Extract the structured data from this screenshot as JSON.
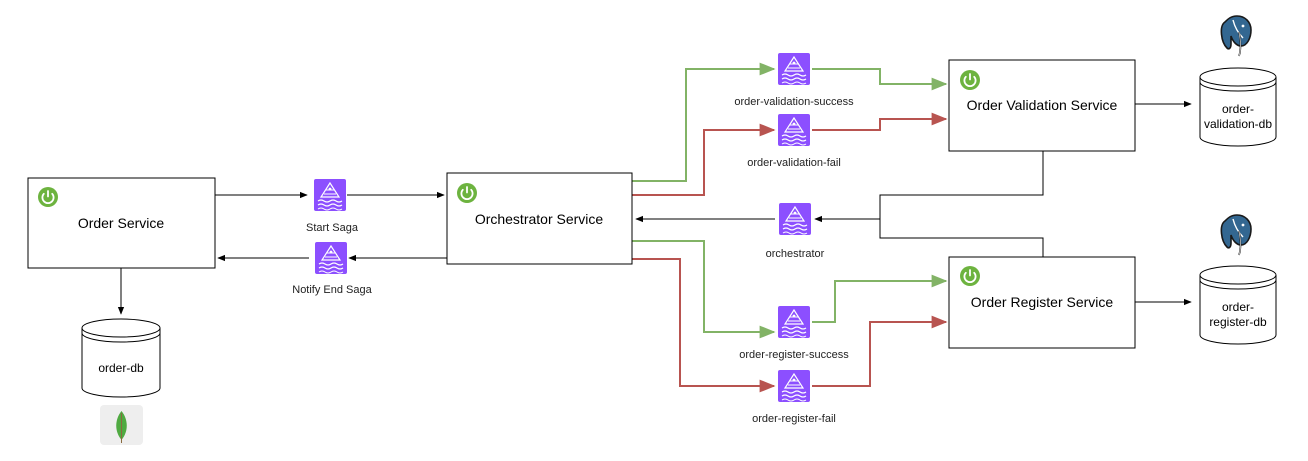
{
  "services": {
    "order": "Order Service",
    "orchestrator": "Orchestrator Service",
    "validation": "Order Validation Service",
    "register": "Order Register Service"
  },
  "topics": {
    "start_saga": "Start Saga",
    "notify_end_saga": "Notify End Saga",
    "validation_success": "order-validation-success",
    "validation_fail": "order-validation-fail",
    "orchestrator": "orchestrator",
    "register_success": "order-register-success",
    "register_fail": "order-register-fail"
  },
  "databases": {
    "order_db": "order-db",
    "validation_db": [
      "order-",
      "validation-db"
    ],
    "register_db": [
      "order-",
      "register-db"
    ]
  },
  "icons": {
    "spring": "spring-boot-icon",
    "kafka": "kafka-topic-icon",
    "postgres": "postgresql-icon",
    "mongo": "mongodb-icon"
  },
  "colors": {
    "success": "#82b366",
    "fail": "#b85450",
    "topic": "#8c4fff",
    "spring": "#6db33f"
  }
}
